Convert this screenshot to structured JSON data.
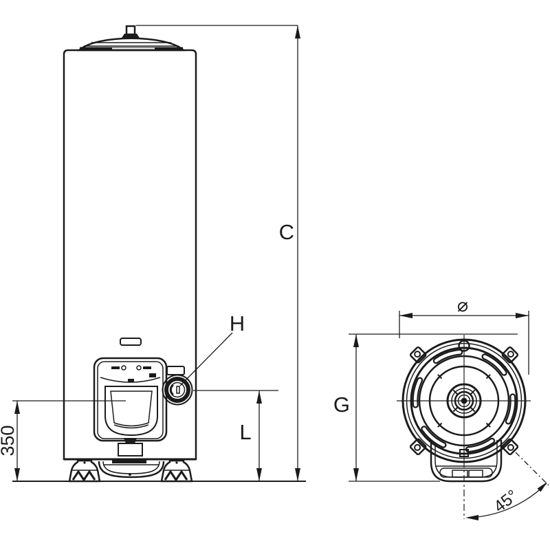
{
  "drawing": {
    "labels": {
      "total_height": "C",
      "thermostat": "H",
      "lower_clearance": "L",
      "depth": "G",
      "side_offset": "350",
      "angle": "45°",
      "diameter_symbol": "⌀"
    },
    "colors": {
      "line": "#1b1b1b",
      "background": "#ffffff"
    }
  }
}
